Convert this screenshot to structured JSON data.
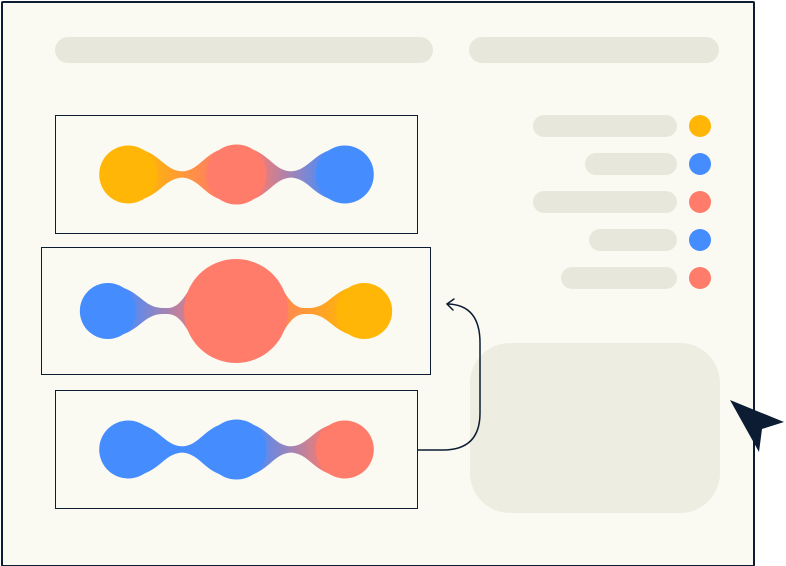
{
  "colors": {
    "yellow": "#FFB606",
    "coral": "#FF7B6A",
    "blue": "#458CFF",
    "frame": "#0B1C33",
    "placeholder": "#E8E7DC",
    "background": "#FAFAF2"
  },
  "legend": {
    "items": [
      {
        "color": "yellow"
      },
      {
        "color": "blue"
      },
      {
        "color": "coral"
      },
      {
        "color": "blue"
      },
      {
        "color": "coral"
      }
    ]
  },
  "cards": [
    {
      "nodes": [
        "yellow",
        "coral",
        "blue"
      ],
      "emphasis": "none"
    },
    {
      "nodes": [
        "blue",
        "coral",
        "yellow"
      ],
      "emphasis": "middle"
    },
    {
      "nodes": [
        "blue",
        "blue",
        "coral"
      ],
      "emphasis": "none"
    }
  ],
  "icons": {
    "cursor": "cursor-arrow-icon",
    "connector": "curved-arrow-icon"
  }
}
